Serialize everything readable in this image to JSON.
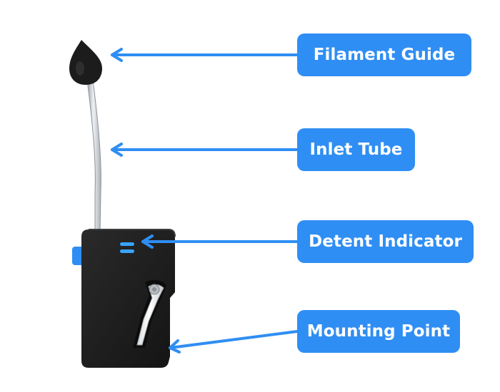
{
  "labels": {
    "filament_guide": "Filament Guide",
    "inlet_tube": "Inlet Tube",
    "detent_indicator": "Detent Indicator",
    "mounting_point": "Mounting Point"
  },
  "colors": {
    "accent": "#2f8ef3",
    "body": "#1d1d1d",
    "indicator": "#3aa3ff",
    "tube": "#c9ced3"
  },
  "icons": {
    "arrow": "arrow-left-icon",
    "guide": "teardrop-guide-icon"
  }
}
